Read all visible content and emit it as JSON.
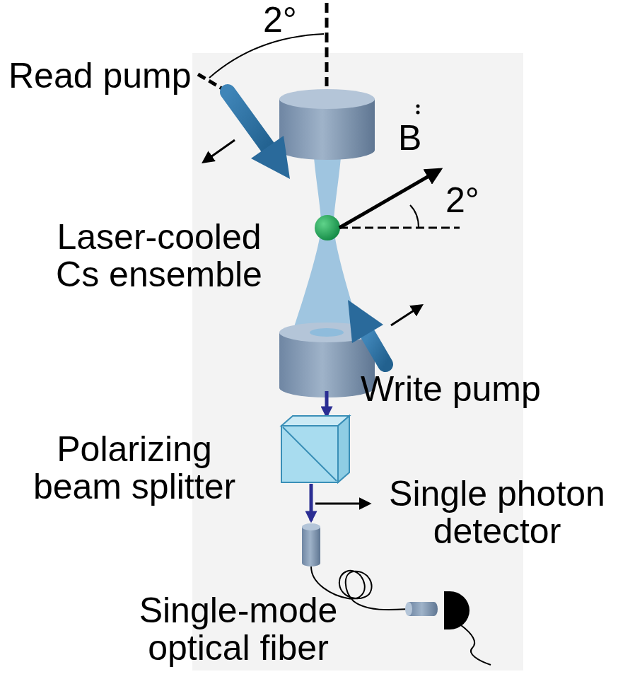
{
  "diagram": {
    "labels": [
      "2°",
      "Read pump",
      "B",
      "2°",
      "Laser-cooled Cs ensemble",
      "Write pump",
      "Polarizing beam splitter",
      "Single photon detector",
      "Single-mode optical fiber"
    ]
  }
}
